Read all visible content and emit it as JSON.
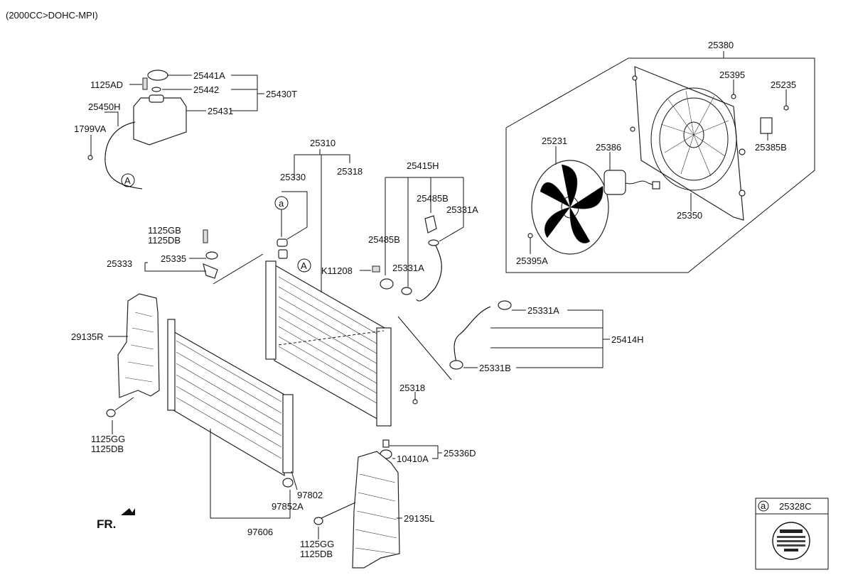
{
  "header": {
    "engine_spec": "(2000CC>DOHC-MPI)"
  },
  "callouts": {
    "c25380": "25380",
    "c25395_top": "25395",
    "c25235": "25235",
    "c25385B": "25385B",
    "c25231": "25231",
    "c25386": "25386",
    "c25350": "25350",
    "c25395A": "25395A",
    "c1125AD": "1125AD",
    "c25441A": "25441A",
    "c25442": "25442",
    "c25430T": "25430T",
    "c25450H": "25450H",
    "c25431": "25431",
    "c1799VA": "1799VA",
    "c25310": "25310",
    "c25318_top": "25318",
    "c25330": "25330",
    "c25415H": "25415H",
    "c25485B_a": "25485B",
    "c25331A_a": "25331A",
    "c25485B_b": "25485B",
    "c25331A_b": "25331A",
    "cK11208": "K11208",
    "c1125GB": "1125GB",
    "c1125DB_a": "1125DB",
    "c25335": "25335",
    "c25333": "25333",
    "c25331A_c": "25331A",
    "c25414H": "25414H",
    "c25331B": "25331B",
    "c29135R": "29135R",
    "c25318_mid": "25318",
    "c1125GG_a": "1125GG",
    "c1125DB_b": "1125DB",
    "c10410A": "10410A",
    "c25336D": "25336D",
    "c97802": "97802",
    "c97852A": "97852A",
    "c97606": "97606",
    "c29135L": "29135L",
    "c1125GG_b": "1125GG",
    "c1125DB_c": "1125DB",
    "c25328C": "25328C"
  },
  "markers": {
    "a": "a",
    "A": "A"
  },
  "direction": {
    "label": "FR."
  }
}
